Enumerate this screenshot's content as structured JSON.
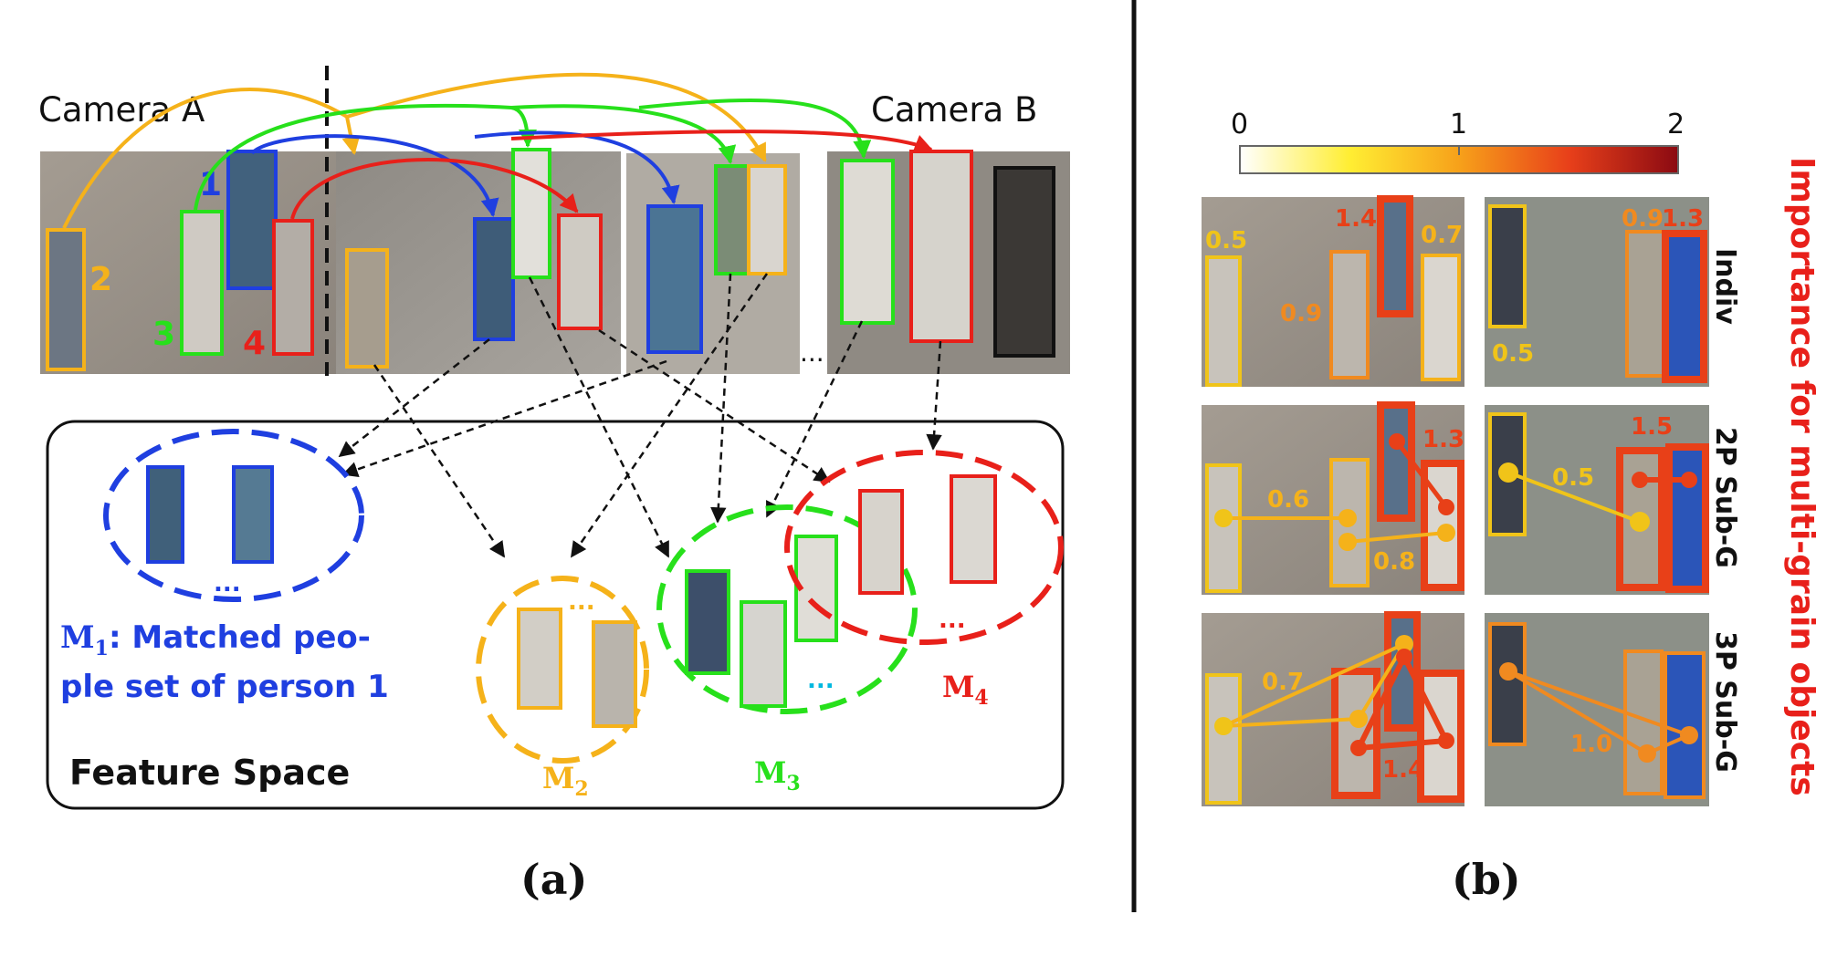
{
  "panel_a": {
    "camera_a_label": "Camera A",
    "camera_b_label": "Camera B",
    "person_ids": [
      "1",
      "2",
      "3",
      "4"
    ],
    "ellipsis": "...",
    "feature_space_label": "Feature Space",
    "set_m1": {
      "sym": "M",
      "sub": "1"
    },
    "set_m1_caption_line1": ":  Matched peo-",
    "set_m1_caption_line2": "ple set of person 1",
    "set_m2": {
      "sym": "M",
      "sub": "2"
    },
    "set_m3": {
      "sym": "M",
      "sub": "3"
    },
    "set_m4": {
      "sym": "M",
      "sub": "4"
    },
    "caption": "(a)"
  },
  "panel_b": {
    "colorbar_ticks": [
      "0",
      "1",
      "2"
    ],
    "row_labels": [
      "Indiv",
      "2P Sub-G",
      "3P Sub-G"
    ],
    "side_title": "Importance for multi-grain objects",
    "scores_indiv": [
      "0.5",
      "1.4",
      "0.7",
      "0.9",
      "0.5",
      "0.9",
      "1.3"
    ],
    "scores_2p": [
      "1.3",
      "0.6",
      "0.8",
      "1.5",
      "0.5"
    ],
    "scores_3p": [
      "0.7",
      "1.4",
      "1.0"
    ],
    "caption": "(b)"
  },
  "colors": {
    "blue": "#1f3fe0",
    "yellow": "#f5b21a",
    "green": "#27e01b",
    "red": "#e8201a",
    "black": "#111111",
    "imp_low": "#f0c419",
    "imp_mid": "#f08a20",
    "imp_high": "#e84018"
  }
}
